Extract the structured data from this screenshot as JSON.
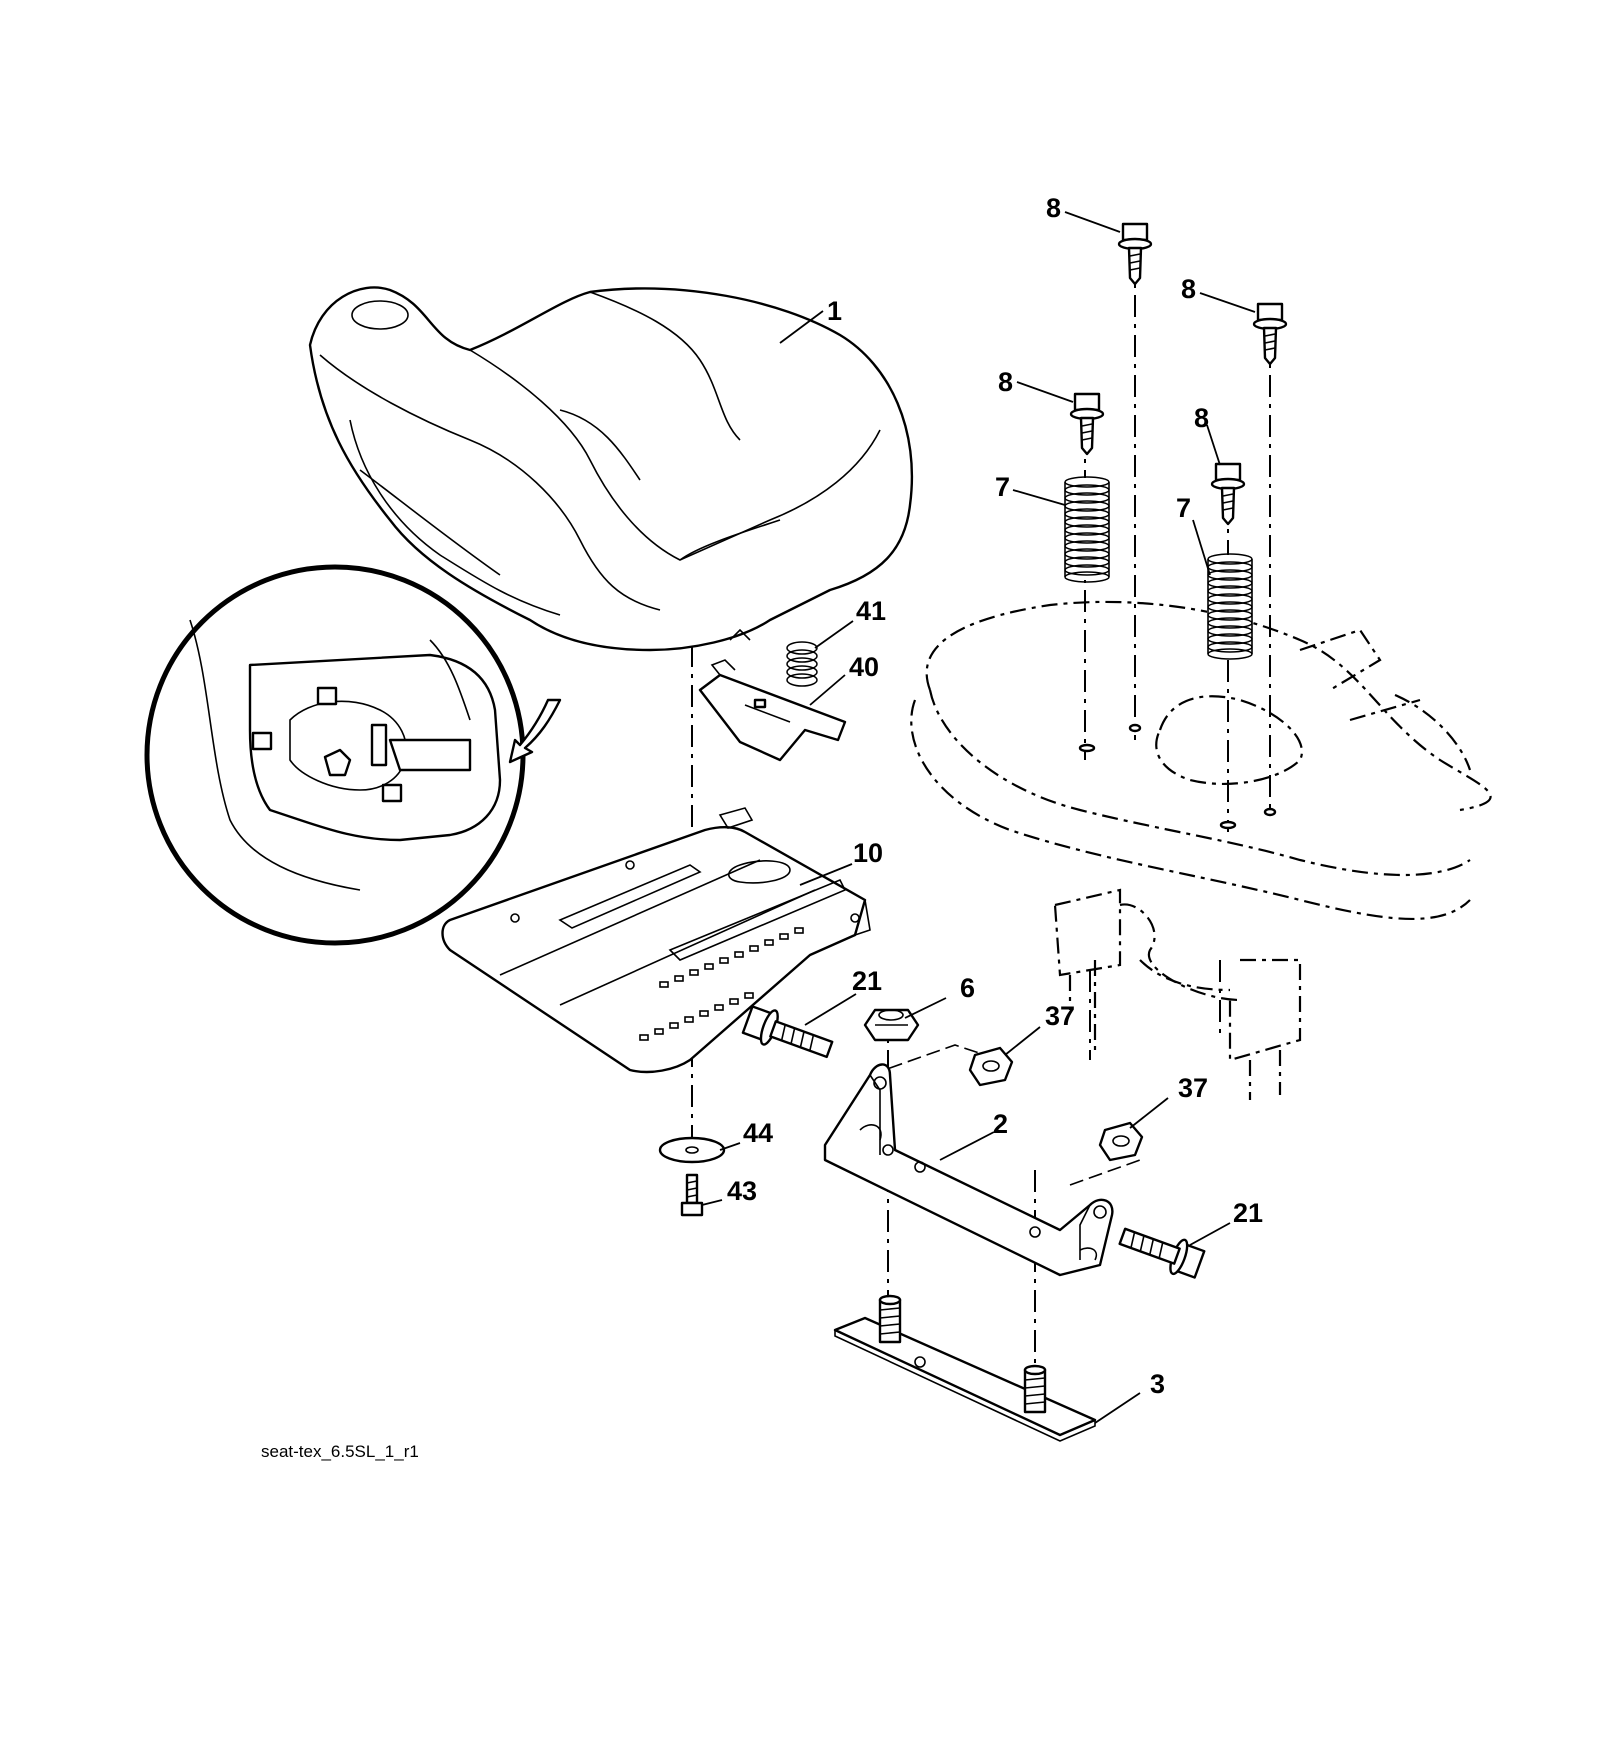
{
  "callouts": {
    "c1": "1",
    "c2": "2",
    "c3": "3",
    "c6": "6",
    "c7a": "7",
    "c7b": "7",
    "c8a": "8",
    "c8b": "8",
    "c8c": "8",
    "c8d": "8",
    "c10": "10",
    "c21a": "21",
    "c21b": "21",
    "c37a": "37",
    "c37b": "37",
    "c40": "40",
    "c41": "41",
    "c43": "43",
    "c44": "44"
  },
  "caption": "seat-tex_6.5SL_1_r1",
  "colors": {
    "line": "#000000",
    "background": "#ffffff"
  }
}
